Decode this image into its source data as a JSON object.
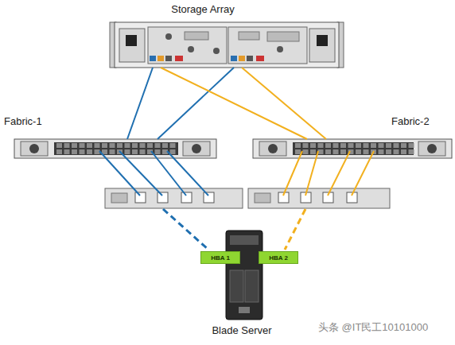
{
  "diagram": {
    "nodes": [
      {
        "text": [
          "Storage Array"
        ]
      },
      {
        "text": [
          "Fabric-1"
        ]
      },
      {
        "text": [
          "Fabric-2"
        ]
      },
      {
        "text": [
          "HBA 1"
        ]
      },
      {
        "text": [
          "HBA 2"
        ]
      },
      {
        "text": [
          "Blade Server"
        ]
      }
    ],
    "edges": [
      {
        "from": 0,
        "to": 1,
        "arrow": "none"
      },
      {
        "from": 0,
        "to": 1,
        "arrow": "none"
      },
      {
        "from": 0,
        "to": 2,
        "arrow": "none"
      },
      {
        "from": 0,
        "to": 2,
        "arrow": "none"
      }
    ],
    "labels": [
      "头条 @IT民工10101000"
    ]
  }
}
